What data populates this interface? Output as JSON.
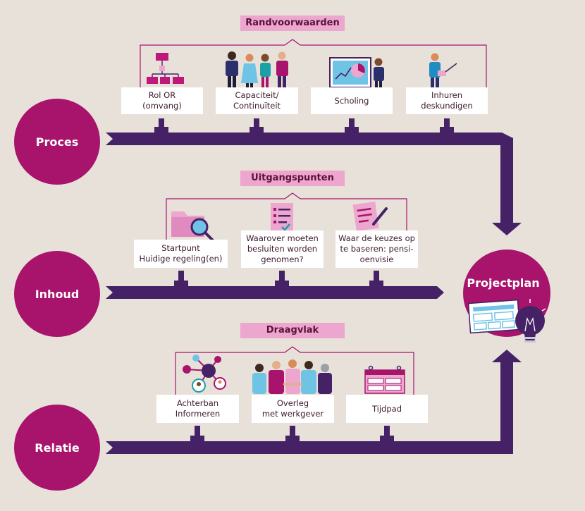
{
  "colors": {
    "background": "#e8e1da",
    "circle": "#a8136c",
    "path": "#452265",
    "header_fill": "#eda6cd",
    "card_fill": "#ffffff"
  },
  "rows": [
    {
      "label": "Proces",
      "header": "Randvoorwaarden",
      "items": [
        {
          "text": "Rol OR\n(omvang)",
          "icon": "org-chart-icon"
        },
        {
          "text": "Capaciteit/\nContinuïteit",
          "icon": "group-people-icon"
        },
        {
          "text": "Scholing",
          "icon": "presentation-icon"
        },
        {
          "text": "Inhuren\ndeskundigen",
          "icon": "presenter-icon"
        }
      ]
    },
    {
      "label": "Inhoud",
      "header": "Uitgangspunten",
      "items": [
        {
          "text": "Startpunt\nHuidige regeling(en)",
          "icon": "folder-search-icon"
        },
        {
          "text": "Waarover moeten\nbesluiten worden\ngenomen?",
          "icon": "checklist-icon"
        },
        {
          "text": "Waar de keuzes op\nte baseren: pensi-\noenvisie",
          "icon": "document-pen-icon"
        }
      ]
    },
    {
      "label": "Relatie",
      "header": "Draagvlak",
      "items": [
        {
          "text": "Achterban\nInformeren",
          "icon": "network-icon"
        },
        {
          "text": "Overleg\nmet werkgever",
          "icon": "meeting-people-icon"
        },
        {
          "text": "Tijdpad",
          "icon": "calendar-icon"
        }
      ]
    }
  ],
  "projectplan": {
    "label": "Projectplan",
    "icons": [
      "board-icon",
      "lightbulb-icon"
    ]
  }
}
